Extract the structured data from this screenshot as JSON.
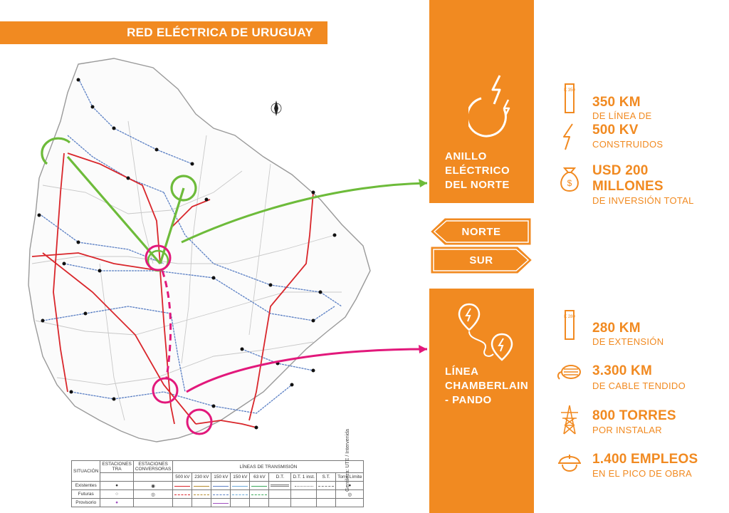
{
  "title": "RED ELÉCTRICA DE URUGUAY",
  "credit": "Gentileza: UTE / Intervenida",
  "colors": {
    "accent": "#f18a21",
    "green": "#6dbb3a",
    "magenta": "#e2187b",
    "line_red": "#d9262b",
    "line_blue": "#5a7fc4"
  },
  "north": {
    "label_lines": [
      "ANILLO",
      "ELÉCTRICO",
      "DEL NORTE"
    ],
    "icon": "lightning-ring-icon",
    "stats": [
      {
        "icon": "km-marker-350-icon",
        "marker_text": "K 350",
        "big": "350 KM",
        "small": "DE LÍNEA DE"
      },
      {
        "icon": "lightning-icon",
        "big": "500 KV",
        "small": "CONSTRUIDOS"
      },
      {
        "icon": "money-bag-icon",
        "big_lines": [
          "USD 200",
          "MILLONES"
        ],
        "small": "DE INVERSIÓN TOTAL"
      }
    ]
  },
  "signs": {
    "norte": "NORTE",
    "sur": "SUR"
  },
  "south": {
    "label_lines": [
      "LÍNEA",
      "CHAMBERLAIN",
      "- PANDO"
    ],
    "icon": "route-pins-icon",
    "stats": [
      {
        "icon": "km-marker-280-icon",
        "marker_text": "K 280",
        "big": "280 KM",
        "small": "DE EXTENSIÓN"
      },
      {
        "icon": "cable-reel-icon",
        "big": "3.300 KM",
        "small": "DE CABLE TENDIDO"
      },
      {
        "icon": "transmission-tower-icon",
        "big": "800 TORRES",
        "small": "POR INSTALAR"
      },
      {
        "icon": "hard-hat-worker-icon",
        "big": "1.400 EMPLEOS",
        "small": "EN EL PICO DE OBRA"
      }
    ]
  },
  "legend": {
    "col_situacion": "SITUACIÓN",
    "col_estaciones": "ESTACIONES",
    "col_tra": "TRA",
    "col_estaciones2": "ESTACIONES",
    "col_conversoras": "CONVERSORAS",
    "col_lineas": "LÍNEAS DE TRANSMISIÓN",
    "sub_cols": [
      "500 kV",
      "230 kV",
      "150 kV",
      "150 kV",
      "63 kV",
      "D.T.",
      "D.T. 1 inst.",
      "S.T.",
      "Torre Límite"
    ],
    "rows": [
      "Existentes",
      "Futuras",
      "Provisorio"
    ]
  }
}
